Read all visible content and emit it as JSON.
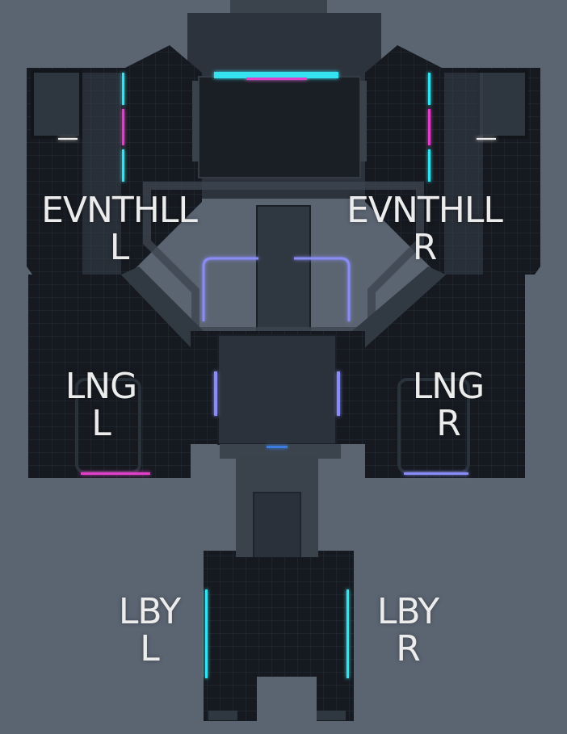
{
  "map": {
    "background": "#5b6572",
    "floor_color": "#15191f",
    "wall_color": "#3d4550",
    "grid_color": "#26303a",
    "accent_colors": {
      "cyan": "#34e3f0",
      "magenta": "#e040c8",
      "violet": "#8a8cf5",
      "blue": "#3a7be0"
    }
  },
  "rooms": [
    {
      "id": "event-hall-left",
      "line1": "EVNTHLL",
      "line2": "L"
    },
    {
      "id": "event-hall-right",
      "line1": "EVNTHLL",
      "line2": "R"
    },
    {
      "id": "lounge-left",
      "line1": "LNG",
      "line2": "L"
    },
    {
      "id": "lounge-right",
      "line1": "LNG",
      "line2": "R"
    },
    {
      "id": "lobby-left",
      "line1": "LBY",
      "line2": "L"
    },
    {
      "id": "lobby-right",
      "line1": "LBY",
      "line2": "R"
    }
  ]
}
